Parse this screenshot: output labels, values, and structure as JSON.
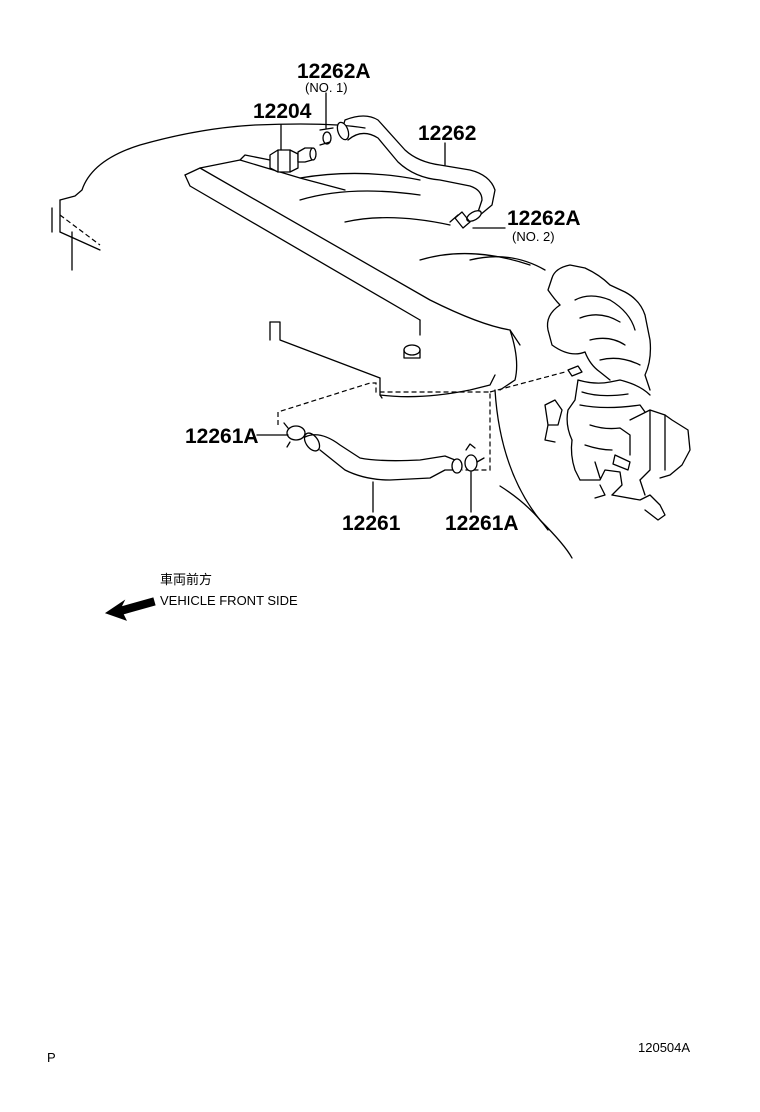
{
  "parts": {
    "p12262A_no1": {
      "code": "12262A",
      "sub": "(NO. 1)"
    },
    "p12204": {
      "code": "12204"
    },
    "p12262": {
      "code": "12262"
    },
    "p12262A_no2": {
      "code": "12262A",
      "sub": "(NO. 2)"
    },
    "p12261A_left": {
      "code": "12261A"
    },
    "p12261": {
      "code": "12261"
    },
    "p12261A_right": {
      "code": "12261A"
    }
  },
  "direction": {
    "japanese": "車両前方",
    "english": "VEHICLE FRONT SIDE"
  },
  "footer": {
    "page_mark": "P",
    "figure_code": "120504A"
  }
}
